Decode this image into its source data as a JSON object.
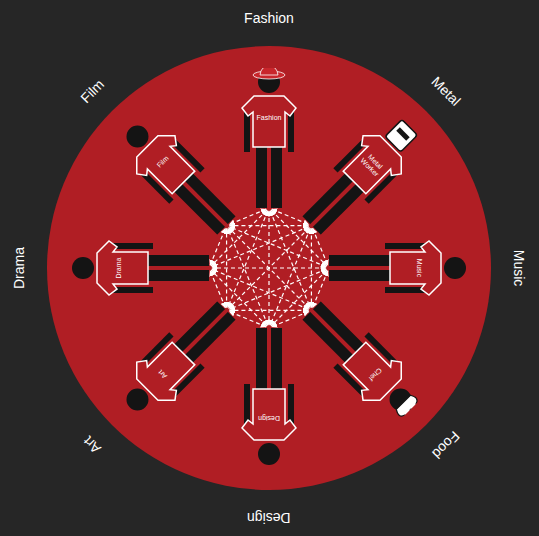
{
  "diagram": {
    "nodes": [
      {
        "text": [
          "Fashion"
        ]
      },
      {
        "text": [
          "Metal Worker"
        ]
      },
      {
        "text": [
          "Music"
        ]
      },
      {
        "text": [
          "Chef"
        ]
      },
      {
        "text": [
          "Design"
        ]
      },
      {
        "text": [
          "Art"
        ]
      },
      {
        "text": [
          "Drama"
        ]
      },
      {
        "text": [
          "Film"
        ]
      }
    ],
    "edges": [
      {
        "from": 0,
        "to": 1,
        "arrow": "both"
      },
      {
        "from": 0,
        "to": 2,
        "arrow": "both"
      },
      {
        "from": 0,
        "to": 3,
        "arrow": "both"
      },
      {
        "from": 0,
        "to": 4,
        "arrow": "both"
      },
      {
        "from": 0,
        "to": 5,
        "arrow": "both"
      },
      {
        "from": 0,
        "to": 6,
        "arrow": "both"
      },
      {
        "from": 0,
        "to": 7,
        "arrow": "both"
      },
      {
        "from": 1,
        "to": 2,
        "arrow": "both"
      },
      {
        "from": 1,
        "to": 3,
        "arrow": "both"
      },
      {
        "from": 1,
        "to": 4,
        "arrow": "both"
      },
      {
        "from": 1,
        "to": 5,
        "arrow": "both"
      },
      {
        "from": 1,
        "to": 6,
        "arrow": "both"
      },
      {
        "from": 1,
        "to": 7,
        "arrow": "both"
      },
      {
        "from": 2,
        "to": 3,
        "arrow": "both"
      },
      {
        "from": 2,
        "to": 4,
        "arrow": "both"
      },
      {
        "from": 2,
        "to": 5,
        "arrow": "both"
      },
      {
        "from": 2,
        "to": 6,
        "arrow": "both"
      },
      {
        "from": 2,
        "to": 7,
        "arrow": "both"
      },
      {
        "from": 3,
        "to": 4,
        "arrow": "both"
      },
      {
        "from": 3,
        "to": 5,
        "arrow": "both"
      },
      {
        "from": 3,
        "to": 6,
        "arrow": "both"
      },
      {
        "from": 3,
        "to": 7,
        "arrow": "both"
      },
      {
        "from": 4,
        "to": 5,
        "arrow": "both"
      },
      {
        "from": 4,
        "to": 6,
        "arrow": "both"
      },
      {
        "from": 4,
        "to": 7,
        "arrow": "both"
      },
      {
        "from": 5,
        "to": 6,
        "arrow": "both"
      },
      {
        "from": 5,
        "to": 7,
        "arrow": "both"
      },
      {
        "from": 6,
        "to": 7,
        "arrow": "both"
      }
    ],
    "labels": [
      "Fashion",
      "Metal",
      "Music",
      "Food",
      "Design",
      "Art",
      "Drama",
      "Film"
    ]
  }
}
